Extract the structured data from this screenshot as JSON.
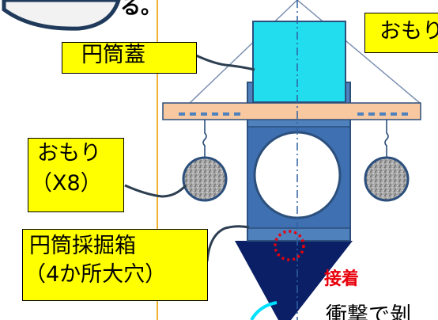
{
  "labels": {
    "cap": "円筒蓋",
    "weight_top": "おもり",
    "weight_left_line1": "おもり",
    "weight_left_line2": "（X8）",
    "box_line1": "円筒採掘箱",
    "box_line2": "（4か所大穴）",
    "bond": "接着",
    "bottom": "衝撃で剝",
    "bubble_fragment": "る。"
  },
  "colors": {
    "label_bg": "#ffff00",
    "cap_fill": "#22ddee",
    "box_fill": "#4f81bd",
    "box_fill_inner": "#3f6fb0",
    "cone_fill": "#0a1f66",
    "bar_fill": "#f8c8a0",
    "bond_red": "#e8000b",
    "weight_gray": "#9a9a9a"
  }
}
